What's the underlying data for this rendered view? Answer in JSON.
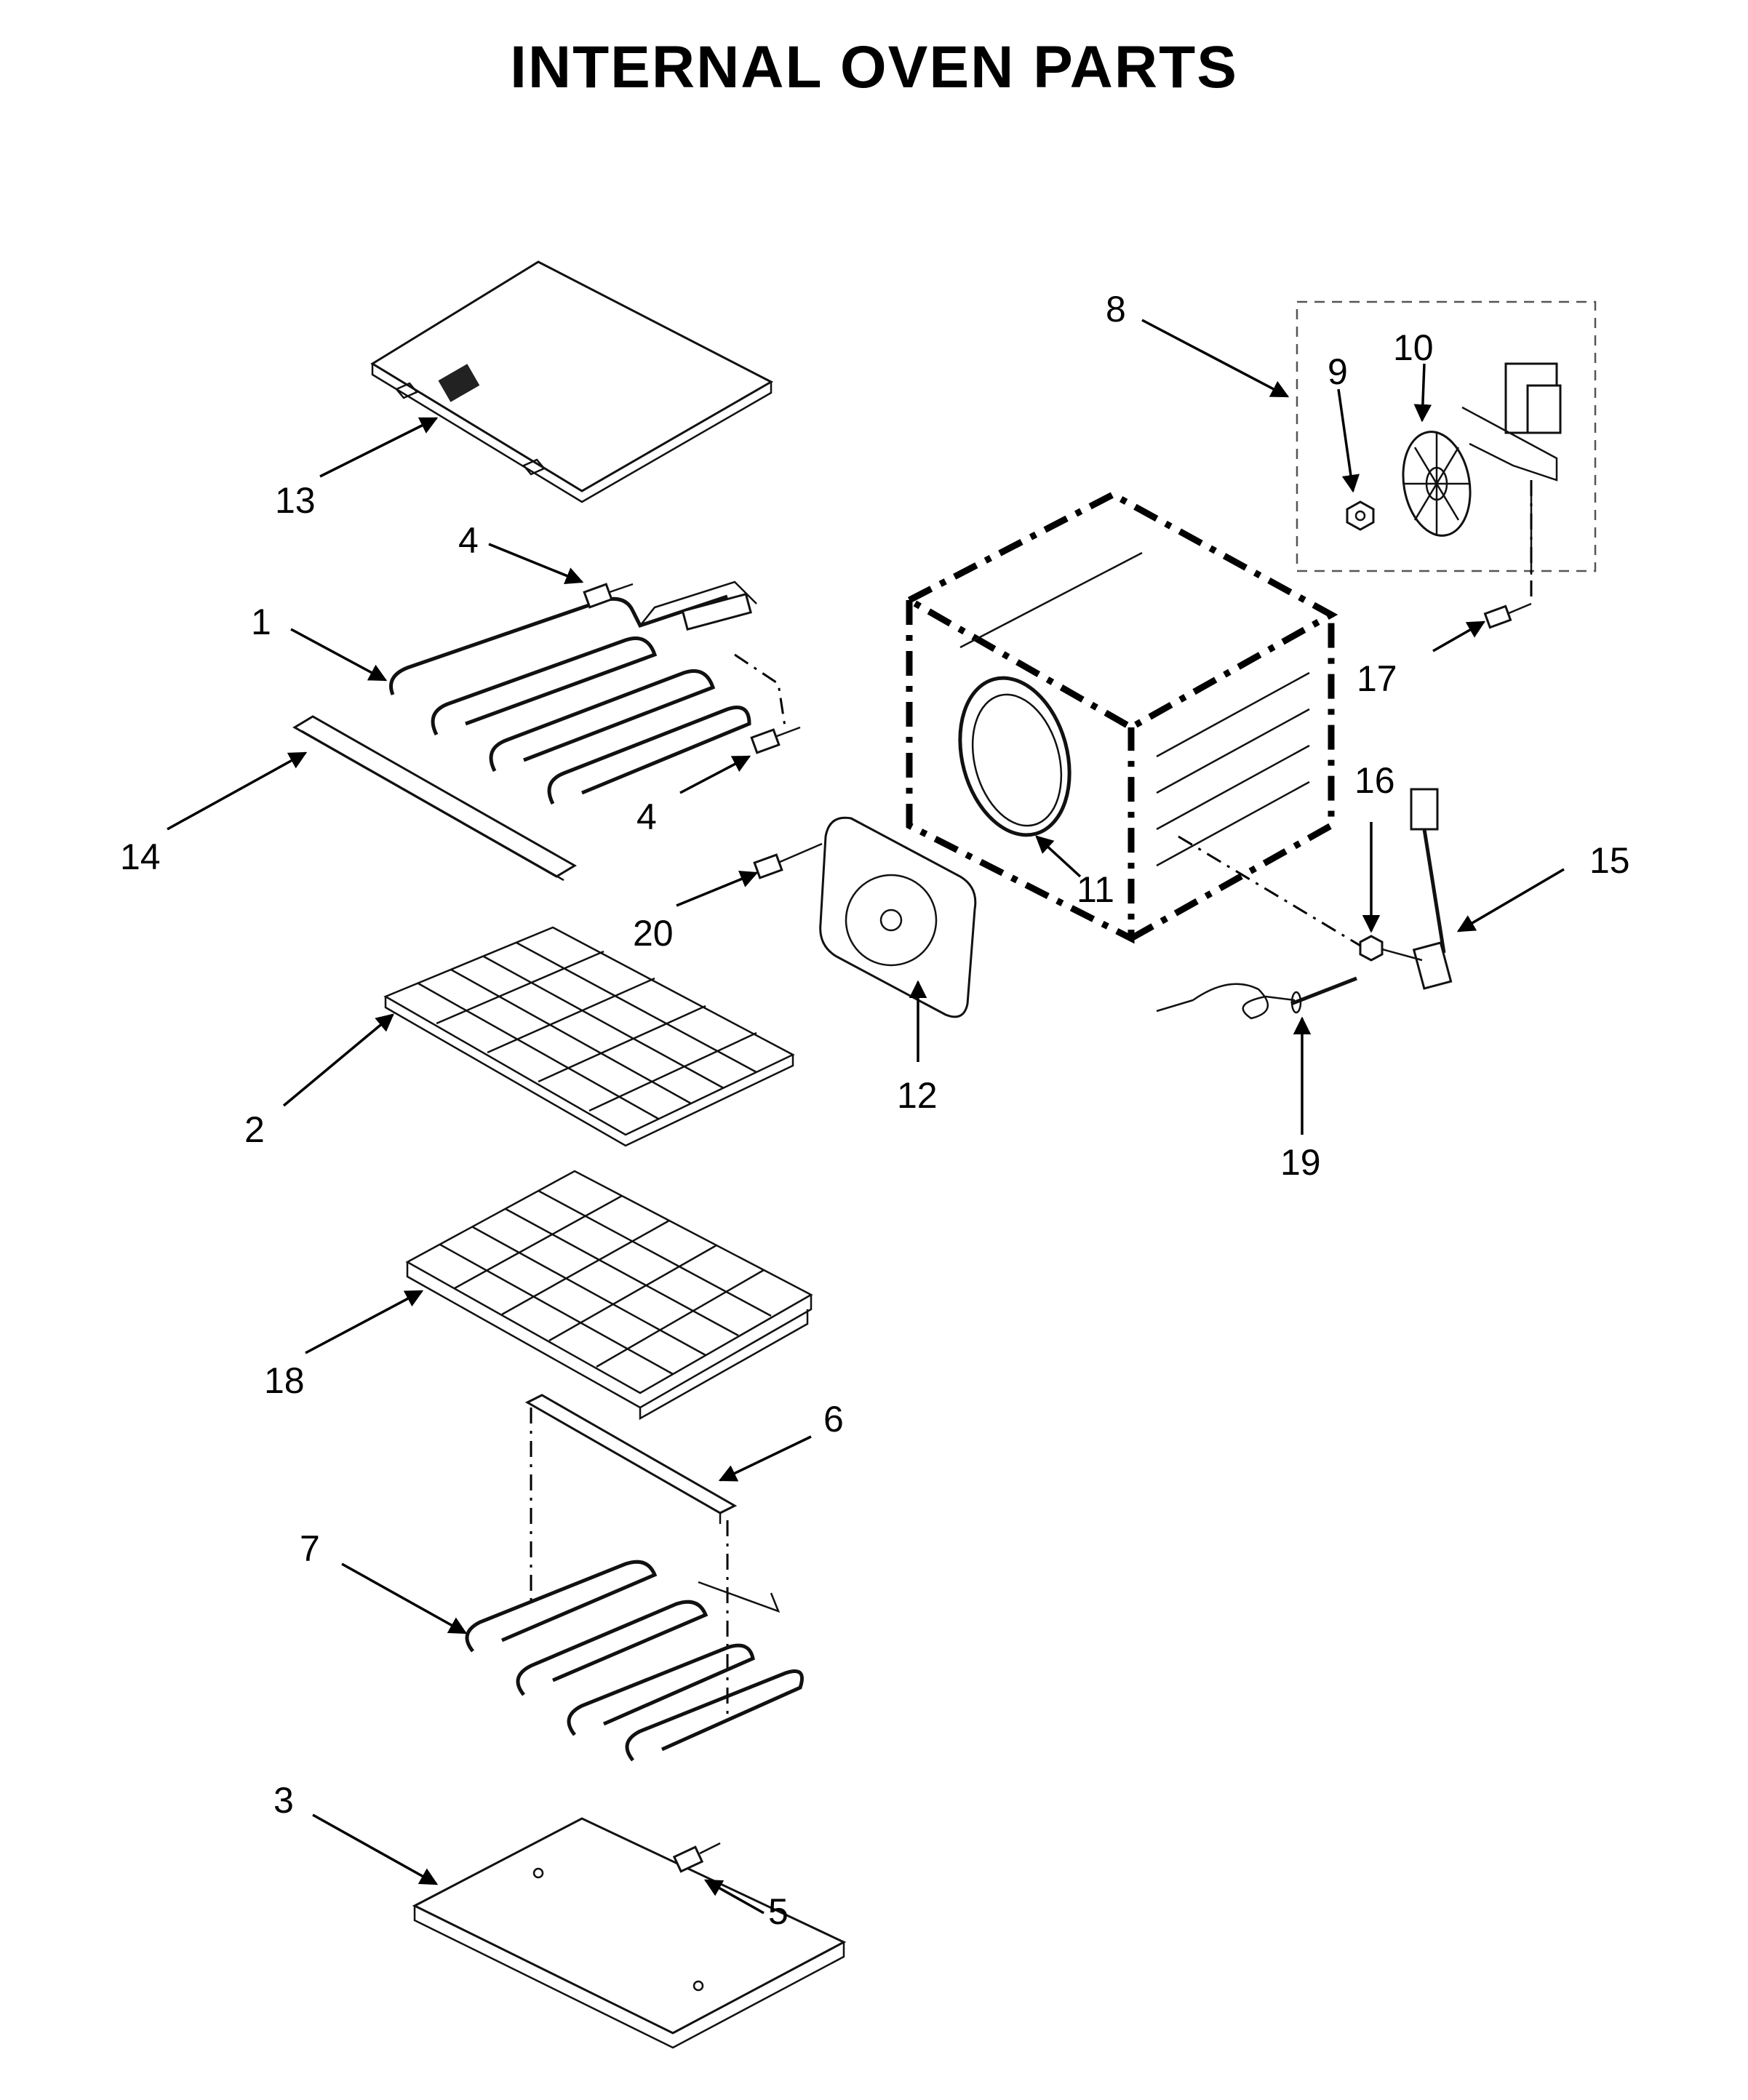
{
  "title": "INTERNAL OVEN PARTS",
  "callouts": {
    "c1": "1",
    "c2": "2",
    "c3": "3",
    "c4a": "4",
    "c4b": "4",
    "c5": "5",
    "c6": "6",
    "c7": "7",
    "c8": "8",
    "c9": "9",
    "c10": "10",
    "c11": "11",
    "c12": "12",
    "c13": "13",
    "c14": "14",
    "c15": "15",
    "c16": "16",
    "c17": "17",
    "c18": "18",
    "c19": "19",
    "c20": "20"
  }
}
